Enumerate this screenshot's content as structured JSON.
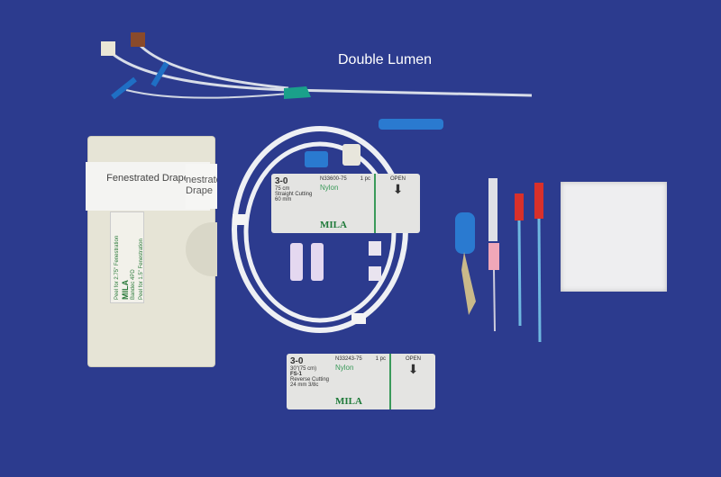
{
  "title": "Double Lumen",
  "drape": {
    "label": "Fenestrated Drape",
    "side_label": "nestrated Drape",
    "peel_a": "Peel for 2.75\" Fenestration",
    "peel_b": "Peel for 1.5\" Fenestration",
    "brand": "MILA",
    "product": "Bandec 4PD"
  },
  "suture1": {
    "usp": "3-0",
    "length": "75 cm",
    "needle": "Straight Cutting",
    "needle_size": "60 mm",
    "code": "N33600-75",
    "pcs": "1 pc",
    "material": "Nylon",
    "brand": "MILA",
    "open": "OPEN"
  },
  "suture2": {
    "usp": "3-0",
    "length": "30\"(75 cm)",
    "needle_code": "FS-1",
    "needle": "Reverse Cutting",
    "needle_size": "24 mm 3/8c",
    "code": "N33243-75",
    "pcs": "1 pc",
    "material": "Nylon",
    "brand": "MILA",
    "open": "OPEN"
  },
  "colors": {
    "background": "#2c3b8e",
    "catheter_blue": "#1f6fc4",
    "cap_red": "#d9302a"
  }
}
